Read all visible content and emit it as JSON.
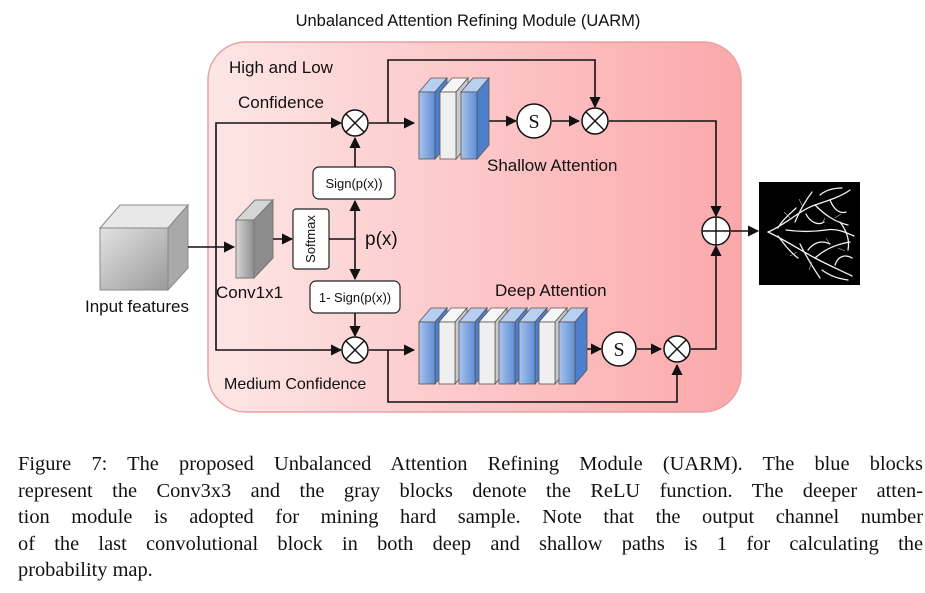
{
  "figure": {
    "title": "Unbalanced Attention Refining Module (UARM)",
    "labels": {
      "high_low_conf_1": "High and Low",
      "high_low_conf_2": "Confidence",
      "medium_conf": "Medium Confidence",
      "input_features": "Input features",
      "conv1x1": "Conv1x1",
      "softmax": "Softmax",
      "px": "p(x)",
      "sign": "Sign(p(x))",
      "one_minus_sign": "1- Sign(p(x))",
      "shallow_attention": "Shallow Attention",
      "deep_attention": "Deep Attention",
      "sigmoid_symbol": "S"
    },
    "colors": {
      "module_bg_left": "#fde4e4",
      "module_bg_right": "#fba9ab",
      "module_border": "#e9a0a2",
      "conv_block": "#7ea6e0",
      "relu_block": "#f2f2f2",
      "input_cube": "#c8c8c8"
    }
  },
  "caption": {
    "lines": [
      "Figure 7: The proposed Unbalanced Attention Refining Module (UARM). The blue blocks",
      "represent the Conv3x3 and the gray blocks denote the ReLU function. The deeper atten-",
      "tion module is adopted for mining hard sample. Note that the output channel number",
      "of the last convolutional block in both deep and shallow paths is 1 for calculating the",
      "probability map."
    ]
  }
}
